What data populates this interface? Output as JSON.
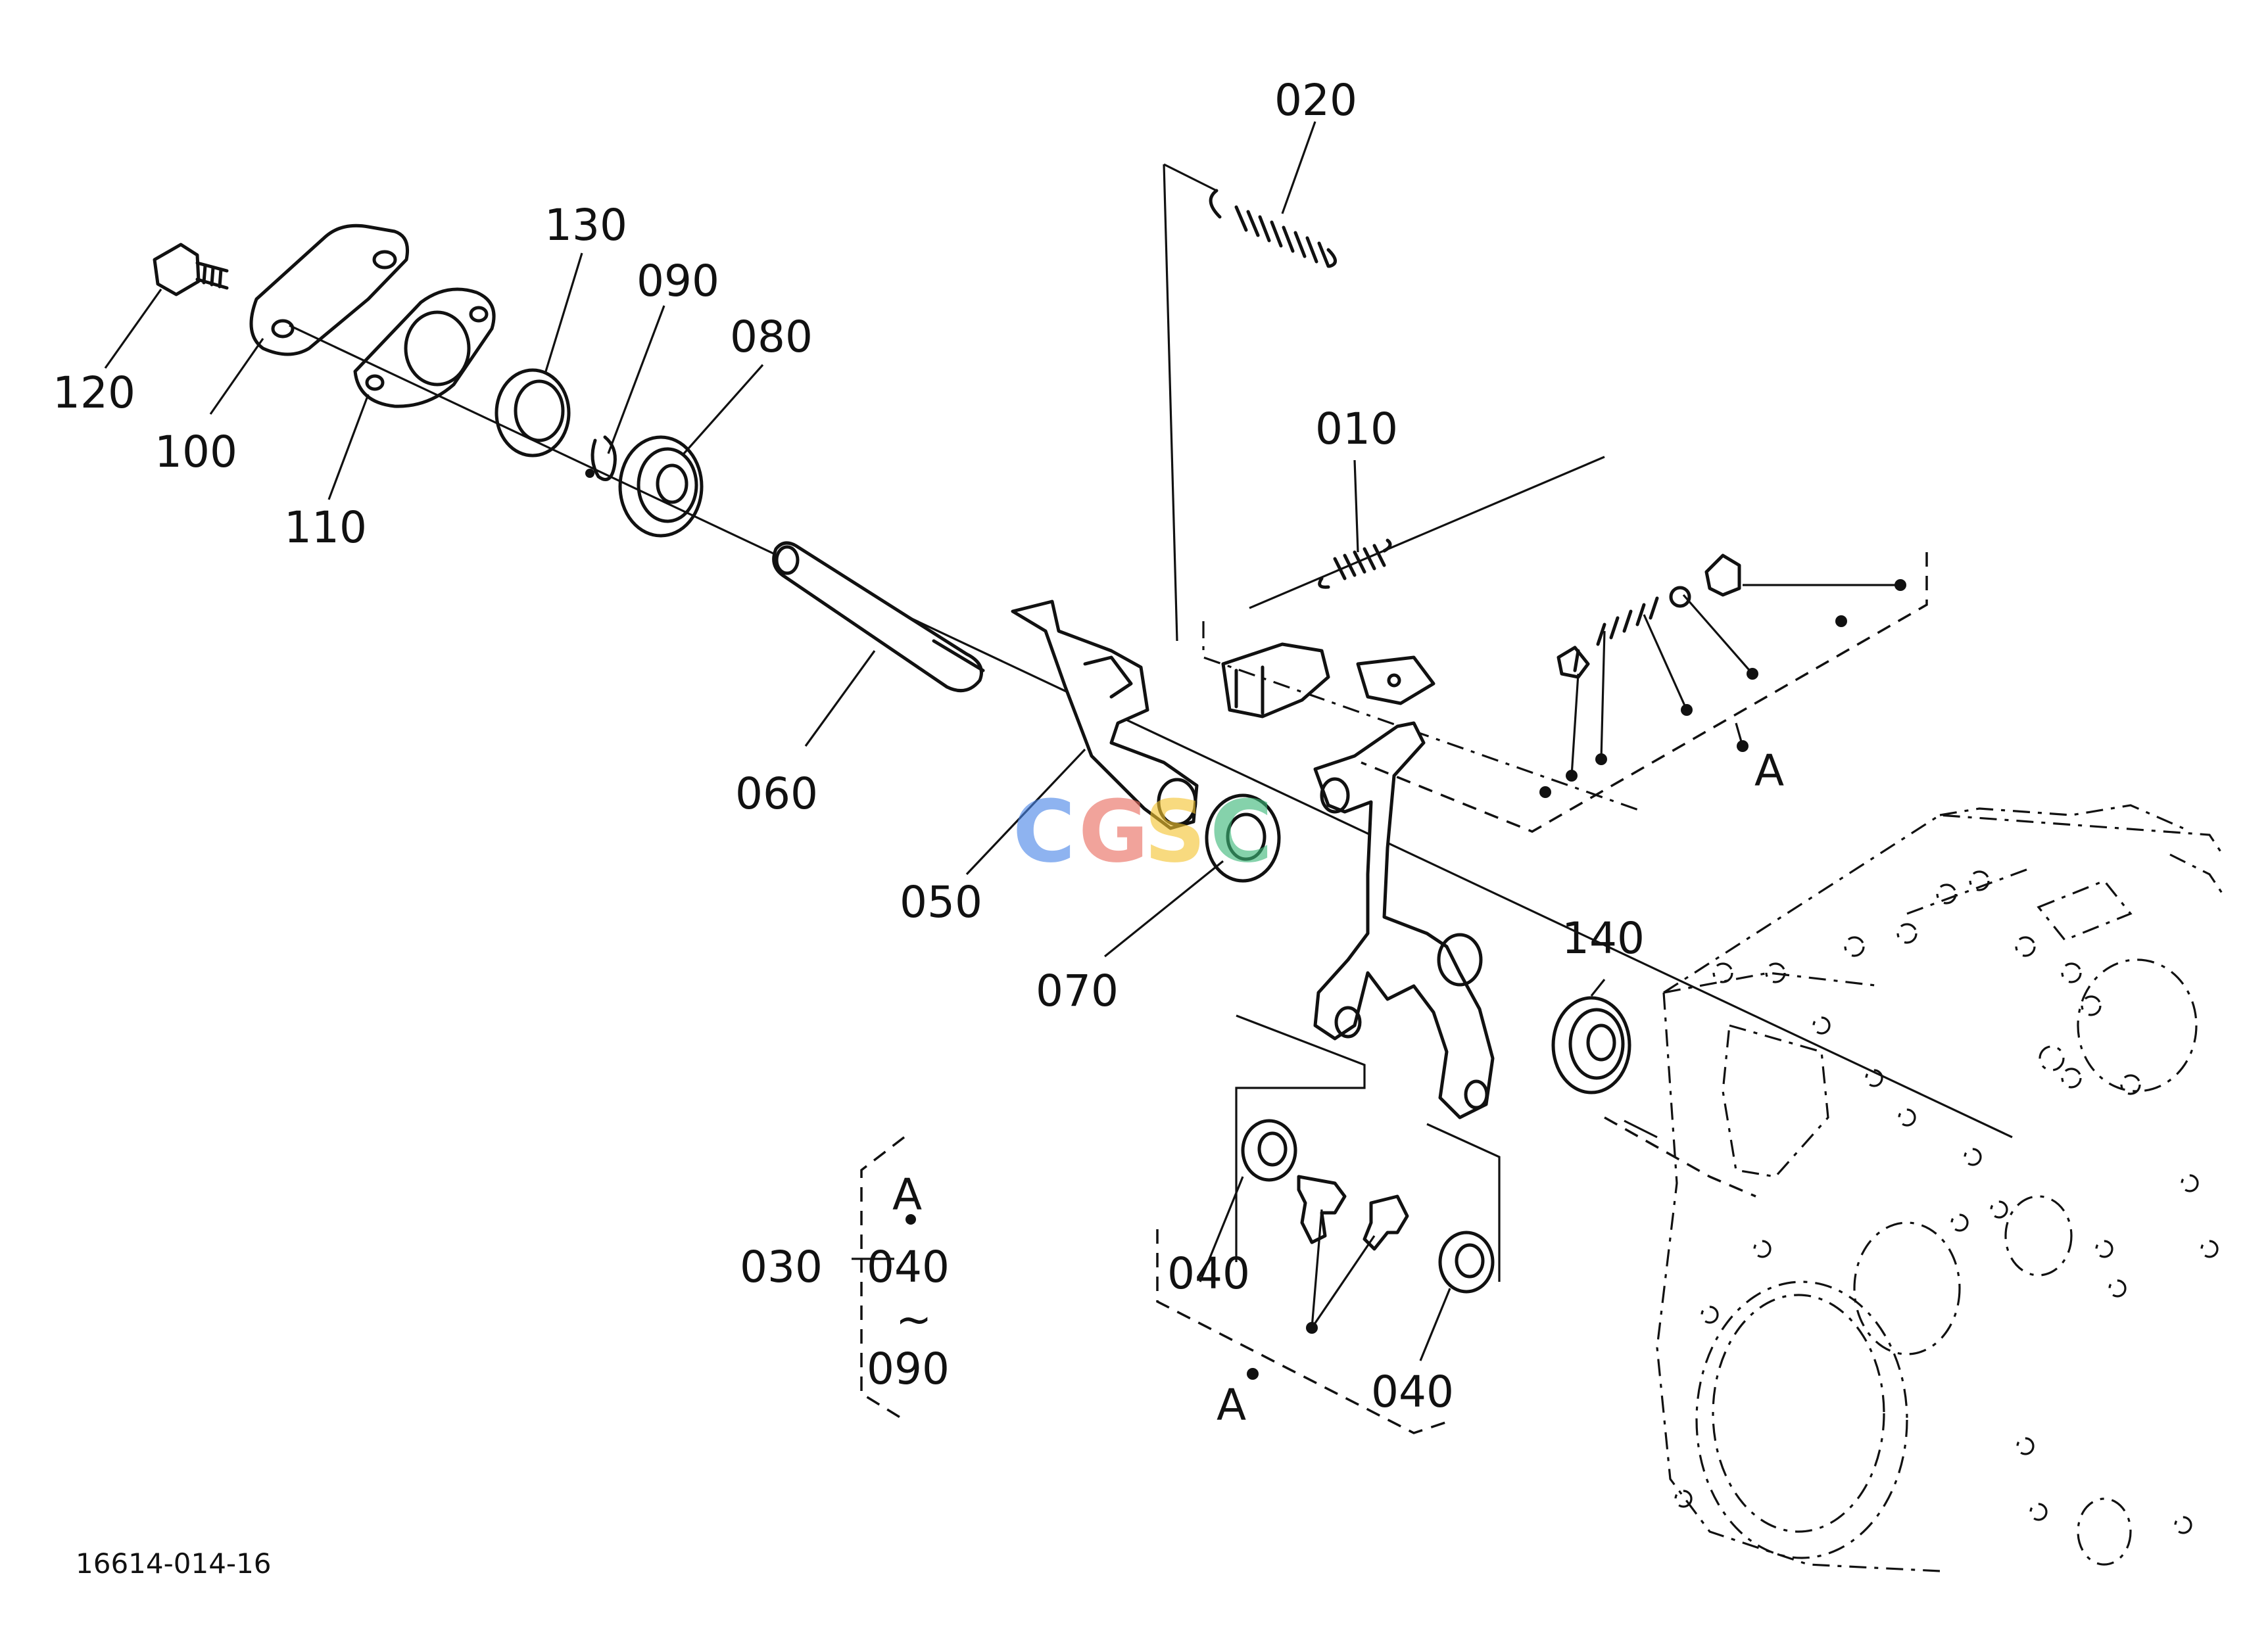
{
  "part_labels": {
    "p020": "020",
    "p010": "010",
    "p130": "130",
    "p090": "090",
    "p080": "080",
    "p120": "120",
    "p100": "100",
    "p110": "110",
    "p060": "060",
    "p050": "050",
    "p070": "070",
    "p140": "140",
    "p040_left": "040",
    "p040_bottom": "040",
    "p030": "030"
  },
  "group_markers": {
    "a_right": "A",
    "a_bottom": "A",
    "a_bracket": "A"
  },
  "assembly_bracket": {
    "from": "040",
    "tilde": "~",
    "to": "090"
  },
  "reference_code": "16614-014-16",
  "watermark": {
    "letters": [
      "C",
      "G",
      "S",
      "C"
    ],
    "colors": [
      "#4a86e8",
      "#ea6b5f",
      "#f4c531",
      "#3cb878"
    ]
  }
}
